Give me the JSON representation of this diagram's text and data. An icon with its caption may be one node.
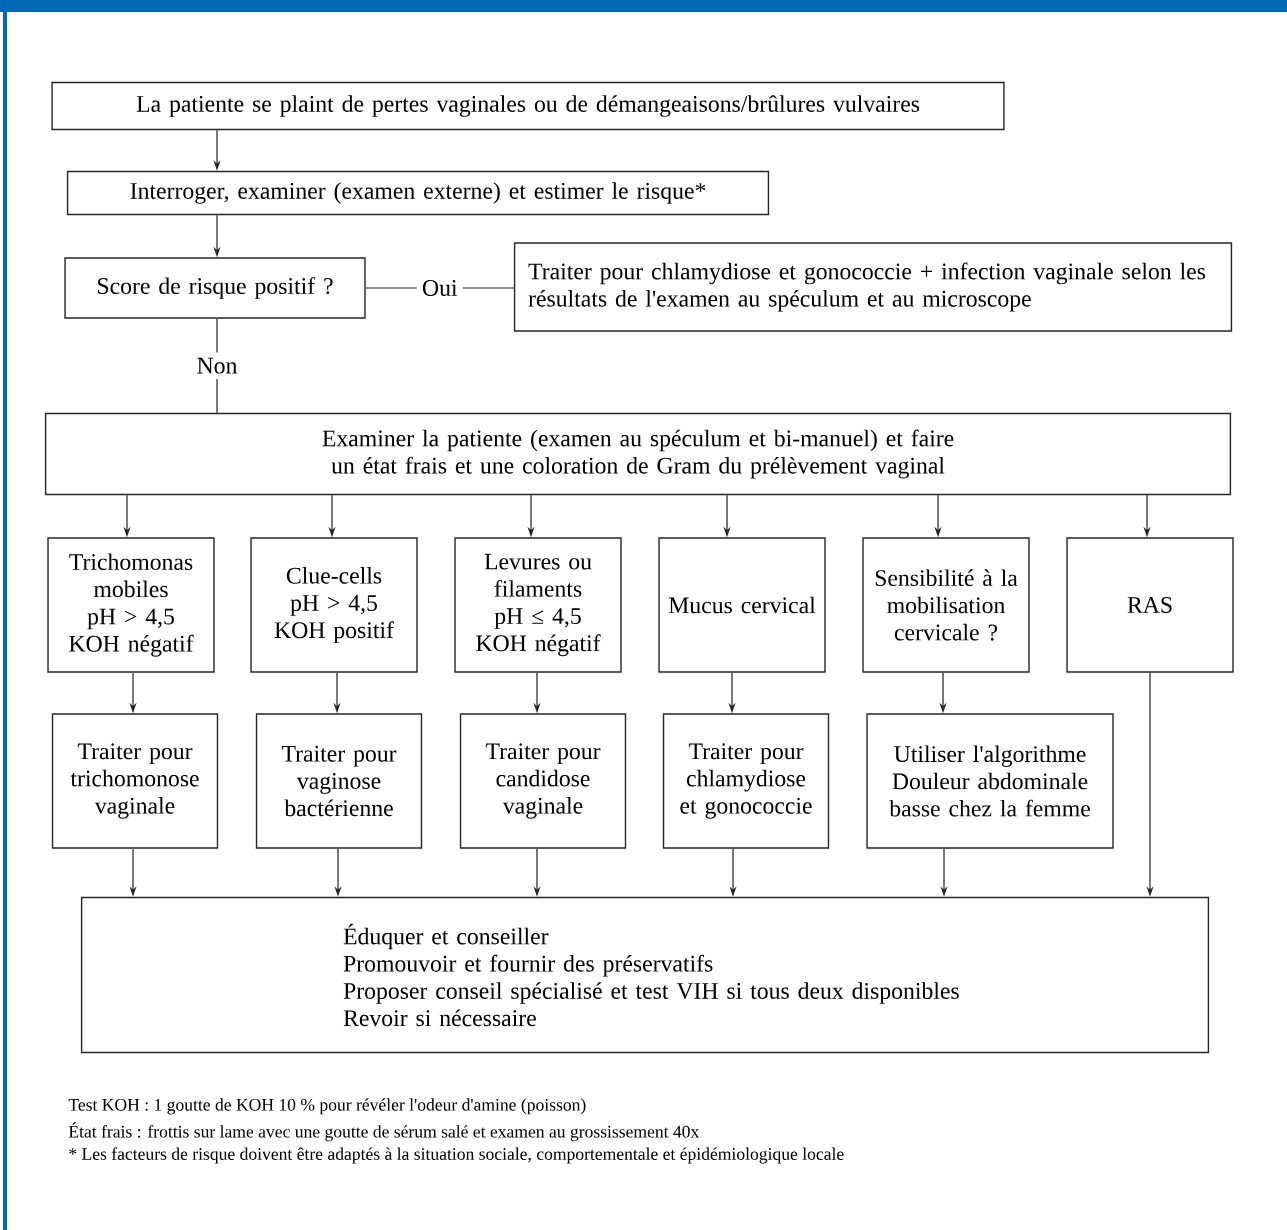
{
  "diagram": {
    "nodes": [
      {
        "text": [
          "La patiente se plaint de pertes vaginales ou de démangeaisons/brûlures vulvaires"
        ]
      },
      {
        "text": [
          "Interroger, examiner (examen externe) et estimer le risque*"
        ]
      },
      {
        "text": [
          "Score de risque positif ?"
        ]
      },
      {
        "text": [
          "Traiter pour chlamydiose et gonococcie + infection vaginale selon les résultats de l'examen au spéculum et au microscope"
        ]
      },
      {
        "text": [
          "Examiner la patiente (examen au spéculum et bi-manuel) et faire un état frais et une coloration de Gram du prélèvement vaginal"
        ]
      },
      {
        "text": [
          "Trichomonas mobiles",
          "pH > 4,5",
          "KOH négatif"
        ]
      },
      {
        "text": [
          "Clue-cells",
          "pH > 4,5",
          "KOH positif"
        ]
      },
      {
        "text": [
          "Levures ou filaments",
          "pH ≤ 4,5",
          "KOH négatif"
        ]
      },
      {
        "text": [
          "Mucus cervical"
        ]
      },
      {
        "text": [
          "Sensibilité à la mobilisation cervicale ?"
        ]
      },
      {
        "text": [
          "RAS"
        ]
      },
      {
        "text": [
          "Traiter pour trichomonose vaginale"
        ]
      },
      {
        "text": [
          "Traiter pour vaginose bactérienne"
        ]
      },
      {
        "text": [
          "Traiter pour candidose vaginale"
        ]
      },
      {
        "text": [
          "Traiter pour chlamydiose et gonococcie"
        ]
      },
      {
        "text": [
          "Utiliser l'algorithme Douleur abdominale basse chez la femme"
        ]
      },
      {
        "text": [
          "Éduquer et conseiller",
          "Promouvoir et fournir des préservatifs",
          "Proposer conseil spécialisé et test VIH si tous deux disponibles",
          "Revoir si nécessaire"
        ]
      }
    ],
    "edges": [
      {
        "from": 0,
        "to": 1,
        "arrow": "to"
      },
      {
        "from": 1,
        "to": 2,
        "arrow": "to"
      },
      {
        "from": 2,
        "to": 3,
        "arrow": "none",
        "label": "Oui"
      },
      {
        "from": 2,
        "to": 4,
        "arrow": "none",
        "label": "Non"
      },
      {
        "from": 4,
        "to": 5,
        "arrow": "to"
      },
      {
        "from": 4,
        "to": 6,
        "arrow": "to"
      },
      {
        "from": 4,
        "to": 7,
        "arrow": "to"
      },
      {
        "from": 4,
        "to": 8,
        "arrow": "to"
      },
      {
        "from": 4,
        "to": 9,
        "arrow": "to"
      },
      {
        "from": 4,
        "to": 10,
        "arrow": "to"
      },
      {
        "from": 5,
        "to": 11,
        "arrow": "to"
      },
      {
        "from": 6,
        "to": 12,
        "arrow": "to"
      },
      {
        "from": 7,
        "to": 13,
        "arrow": "to"
      },
      {
        "from": 8,
        "to": 14,
        "arrow": "to"
      },
      {
        "from": 9,
        "to": 15,
        "arrow": "to"
      },
      {
        "from": 11,
        "to": 16,
        "arrow": "to"
      },
      {
        "from": 12,
        "to": 16,
        "arrow": "to"
      },
      {
        "from": 13,
        "to": 16,
        "arrow": "to"
      },
      {
        "from": 14,
        "to": 16,
        "arrow": "to"
      },
      {
        "from": 15,
        "to": 16,
        "arrow": "to"
      },
      {
        "from": 10,
        "to": 16,
        "arrow": "to"
      }
    ],
    "labels": [
      "Test KOH : 1 goutte de KOH 10 % pour révéler l'odeur d'amine (poisson)",
      "État frais : frottis sur lame avec une goutte de sérum salé et examen au grossissement 40x",
      "* Les facteurs de risque doivent être adaptés à la situation sociale, comportementale et épidémiologique locale"
    ]
  }
}
